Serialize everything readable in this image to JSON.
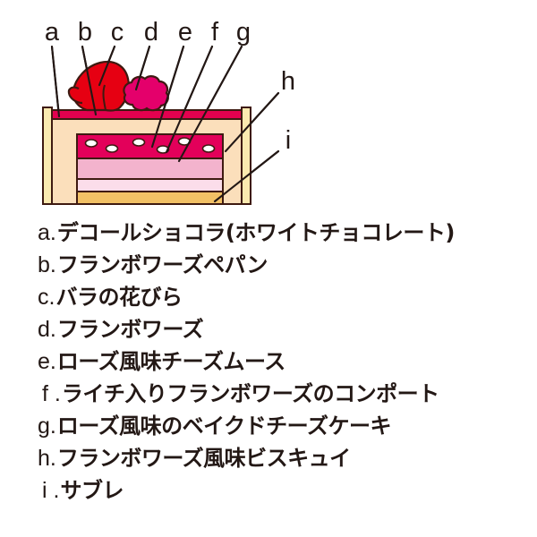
{
  "figure": {
    "title_text": "",
    "type": "labeled-cross-section-diagram",
    "subject": "layered rose and raspberry cake cross-section"
  },
  "callout_labels": [
    {
      "id": "a",
      "letter": "a"
    },
    {
      "id": "b",
      "letter": "b"
    },
    {
      "id": "c",
      "letter": "c"
    },
    {
      "id": "d",
      "letter": "d"
    },
    {
      "id": "e",
      "letter": "e"
    },
    {
      "id": "f",
      "letter": "f"
    },
    {
      "id": "g",
      "letter": "g"
    },
    {
      "id": "h",
      "letter": "h"
    },
    {
      "id": "i",
      "letter": "i"
    }
  ],
  "legend": {
    "items": [
      {
        "key": "a.",
        "text": "デコールショコラ(ホワイトチョコレート)"
      },
      {
        "key": "b.",
        "text": "フランボワーズペパン"
      },
      {
        "key": "c.",
        "text": "バラの花びら"
      },
      {
        "key": "d.",
        "text": "フランボワーズ"
      },
      {
        "key": "e.",
        "text": "ローズ風味チーズムース"
      },
      {
        "key": "f .",
        "text": "ライチ入りフランボワーズのコンポート"
      },
      {
        "key": "g.",
        "text": "ローズ風味のベイクドチーズケーキ"
      },
      {
        "key": "h.",
        "text": "フランボワーズ風味ビスキュイ"
      },
      {
        "key": "i .",
        "text": "サブレ"
      }
    ]
  },
  "colors": {
    "outline": "#3e1a11",
    "leader_line": "#231815",
    "frame_chocolate": "#fbeab0",
    "biscuit_cream": "#fbdfbb",
    "pepin_stripe": "#e3014f",
    "rose_petal": "#e60012",
    "raspberry": "#e4006b",
    "compote": "#e3005a",
    "lychee_dot": "#ffffff",
    "mousse": "#f3b3cd",
    "baked_cheesecake": "#fbddea",
    "sable": "#f2c166",
    "text": "#231815",
    "background": "#ffffff"
  }
}
